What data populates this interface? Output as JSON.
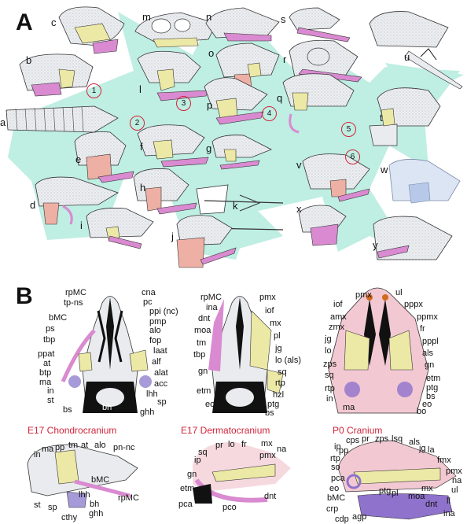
{
  "panel_a": {
    "letter": "A",
    "skull_labels": [
      "a",
      "b",
      "c",
      "d",
      "e",
      "f",
      "g",
      "h",
      "i",
      "j",
      "k",
      "l",
      "m",
      "n",
      "o",
      "p",
      "q",
      "r",
      "s",
      "t",
      "u",
      "v",
      "w",
      "x",
      "y"
    ],
    "stage_numbers": [
      "1",
      "2",
      "3",
      "4",
      "5",
      "6"
    ]
  },
  "panel_b": {
    "letter": "B",
    "titles": {
      "e17_chondro": "E17 Chondrocranium",
      "e17_dermato": "E17 Dermatocranium",
      "p0": "P0 Cranium"
    },
    "chondro_ventral_left": [
      "rpMC",
      "tp-ns",
      "bMC",
      "ps",
      "tbp",
      "ppat",
      "at",
      "btp",
      "ma",
      "in",
      "st",
      "bs"
    ],
    "chondro_ventral_right": [
      "cna",
      "pc",
      "ppi (nc)",
      "pmp",
      "alo",
      "fop",
      "laat",
      "alf",
      "alat",
      "acc",
      "lhh",
      "sp",
      "ghh"
    ],
    "chondro_ventral_bottom": [
      "bh"
    ],
    "chondro_lateral": [
      "in",
      "ma",
      "pp",
      "tm",
      "at",
      "alo",
      "pn-nc",
      "bMC",
      "lhh",
      "bh",
      "rpMC",
      "st",
      "sp",
      "cthy",
      "ghh"
    ],
    "dermato_ventral_left": [
      "rpMC",
      "ina",
      "dnt",
      "moa",
      "tm",
      "tbp",
      "gn",
      "etm",
      "eo"
    ],
    "dermato_ventral_right": [
      "pmx",
      "iof",
      "mx",
      "pl",
      "jg",
      "lo (als)",
      "sq",
      "rtp",
      "hzl",
      "ptg",
      "bs"
    ],
    "dermato_lateral": [
      "sq",
      "pr",
      "lo",
      "fr",
      "mx",
      "pmx",
      "na",
      "ip",
      "gn",
      "etm",
      "pca",
      "pco",
      "dnt"
    ],
    "p0_ventral_left": [
      "iof",
      "amx",
      "zmx",
      "jg",
      "lo",
      "zps",
      "sq",
      "rtp",
      "in",
      "ma"
    ],
    "p0_ventral_top": [
      "pmx",
      "ul"
    ],
    "p0_ventral_right": [
      "pppx",
      "ppmx",
      "fr",
      "pppl",
      "als",
      "gn",
      "etm",
      "ptg",
      "bs",
      "eo",
      "bo"
    ],
    "p0_lateral": [
      "ip",
      "cps",
      "pr",
      "zps",
      "lsq",
      "als",
      "jg",
      "la",
      "fmx",
      "pmx",
      "na",
      "ul",
      "ll",
      "ina",
      "dnt",
      "moa",
      "mx",
      "pl",
      "ptg",
      "rtp",
      "pp",
      "so",
      "pca",
      "eo",
      "bMC",
      "crp",
      "cdp",
      "agp"
    ]
  },
  "colors": {
    "flow_background": "#bfeee2",
    "cartilage": "#ece8a6",
    "meckel": "#d98ad0",
    "dermal_pink": "#eeb0a4",
    "p0_pink": "#f2c9d2",
    "p0_purple": "#8f72cc",
    "accent_red": "#d2243a",
    "bone_grey": "#e9ebee"
  }
}
